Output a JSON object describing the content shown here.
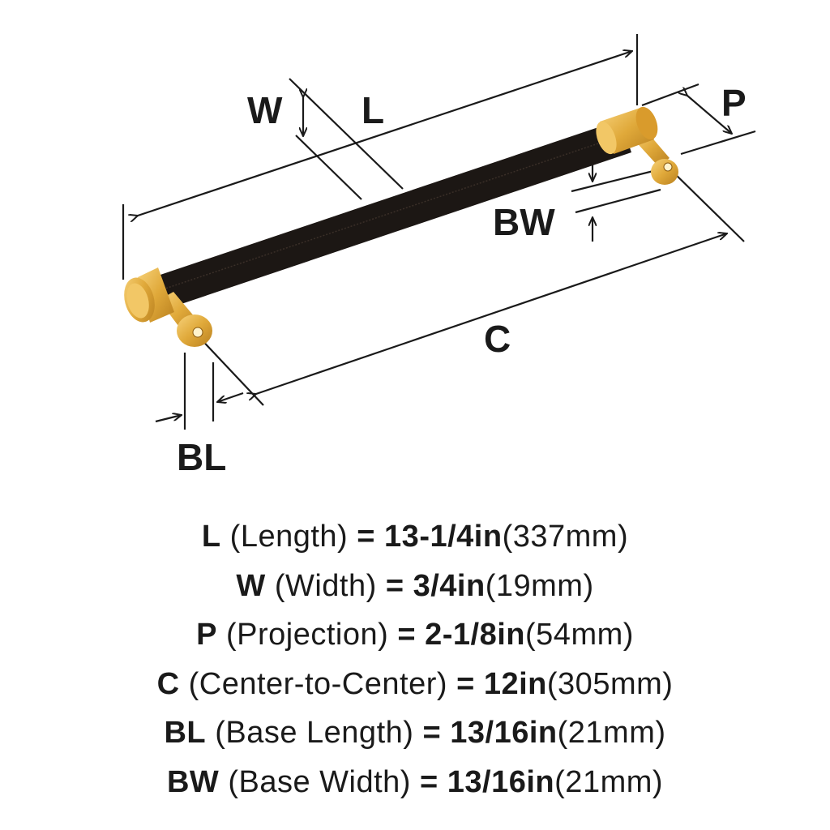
{
  "diagram": {
    "labels": {
      "L": "L",
      "W": "W",
      "P": "P",
      "BW": "BW",
      "C": "C",
      "BL": "BL"
    },
    "colors": {
      "bar": "#1c1714",
      "brass": "#e0a93a",
      "line": "#1a1a1a"
    }
  },
  "specs": [
    {
      "key": "L",
      "name": "(Length)",
      "eq": "=",
      "imperial": "13-1/4in",
      "metric": "(337mm)"
    },
    {
      "key": "W",
      "name": "(Width)",
      "eq": "=",
      "imperial": "3/4in",
      "metric": "(19mm)"
    },
    {
      "key": "P",
      "name": "(Projection)",
      "eq": "=",
      "imperial": "2-1/8in",
      "metric": "(54mm)"
    },
    {
      "key": "C",
      "name": "(Center-to-Center)",
      "eq": "=",
      "imperial": "12in",
      "metric": "(305mm)"
    },
    {
      "key": "BL",
      "name": "(Base Length)",
      "eq": "=",
      "imperial": "13/16in",
      "metric": "(21mm)"
    },
    {
      "key": "BW",
      "name": "(Base Width)",
      "eq": "=",
      "imperial": "13/16in",
      "metric": "(21mm)"
    }
  ]
}
